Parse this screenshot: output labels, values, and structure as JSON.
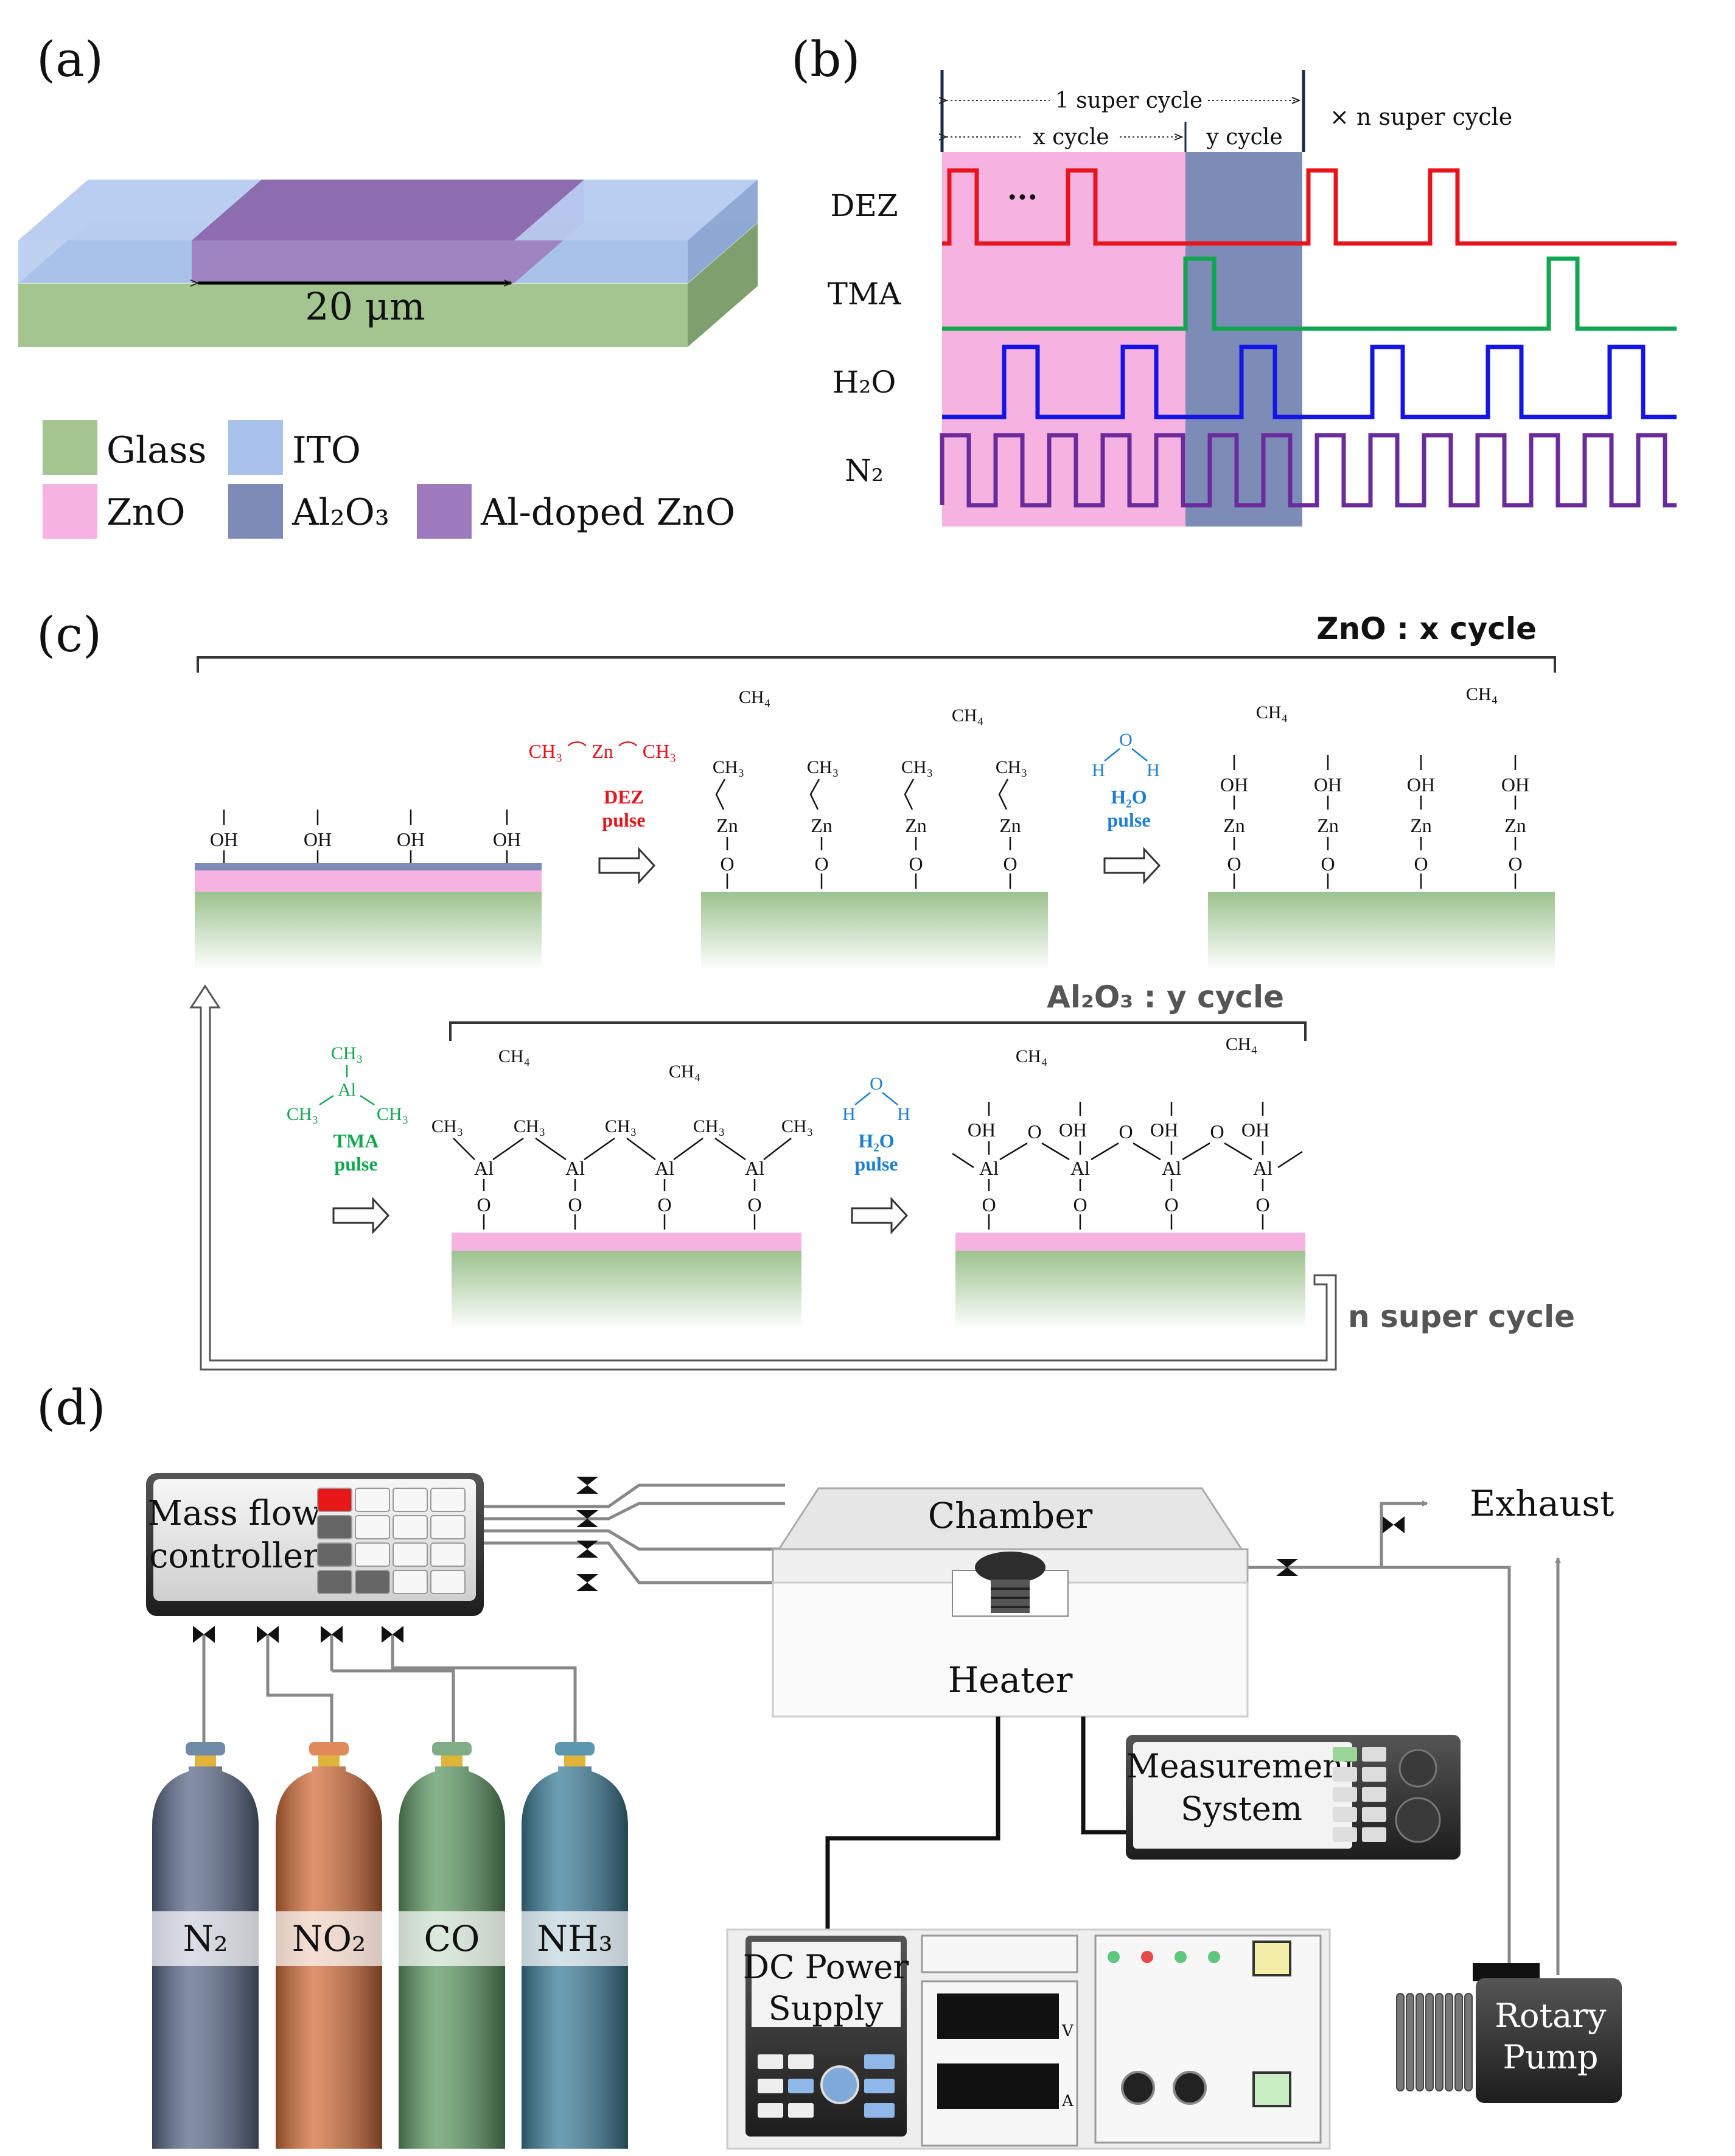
{
  "panels": {
    "a": "(a)",
    "b": "(b)",
    "c": "(c)",
    "d": "(d)"
  },
  "panel_a": {
    "dimension": "20 μm",
    "legend": [
      {
        "label": "Glass",
        "color": "#a4c590"
      },
      {
        "label": "ITO",
        "color": "#a9c2ec"
      },
      {
        "label": "ZnO",
        "color": "#f6b2e0"
      },
      {
        "label": "Al₂O₃",
        "color": "#7d8cb6"
      },
      {
        "label": "Al-doped ZnO",
        "color": "#9d79bd"
      }
    ]
  },
  "panel_b": {
    "super_cycle": "1 super cycle",
    "x_cycle": "x cycle",
    "y_cycle": "y cycle",
    "n_super": "× n super cycle",
    "ellipsis": "···",
    "signals": [
      {
        "label": "DEZ",
        "color": "#e8141c"
      },
      {
        "label": "TMA",
        "color": "#11a650"
      },
      {
        "label": "H₂O",
        "color": "#1414e6"
      },
      {
        "label": "N₂",
        "color": "#6a2b9c"
      }
    ]
  },
  "panel_c": {
    "zno_title": "ZnO : x cycle",
    "al_title": "Al₂O₃ : y cycle",
    "n_super": "n super cycle",
    "dez_formula": "CH₃ ⌒ Zn ⌒ CH₃",
    "dez_pulse": [
      "DEZ",
      "pulse"
    ],
    "h2o_pulse": [
      "H₂O",
      "pulse"
    ],
    "tma_pulse": [
      "TMA",
      "pulse"
    ],
    "oh": "OH",
    "zn": "Zn",
    "o": "O",
    "al": "Al",
    "ch3": "CH₃",
    "ch4": "CH₄",
    "h": "H",
    "colors": {
      "dez": "#e8141c",
      "h2o": "#1e7fd0",
      "tma": "#11a650"
    }
  },
  "panel_d": {
    "mfc": [
      "Mass flow",
      "controller"
    ],
    "chamber": "Chamber",
    "heater": "Heater",
    "exhaust": "Exhaust",
    "measurement": [
      "Measurement",
      "System"
    ],
    "dc_power": [
      "DC Power",
      "Supply"
    ],
    "meter_units": [
      "V",
      "A"
    ],
    "rotary_pump": [
      "Rotary",
      "Pump"
    ],
    "cylinders": [
      {
        "label": "N₂",
        "color": "#5c6a8a",
        "cap": "#6e8aa8"
      },
      {
        "label": "NO₂",
        "color": "#d36e3a",
        "cap": "#e08a5c"
      },
      {
        "label": "CO",
        "color": "#5f9a65",
        "cap": "#7fae86"
      },
      {
        "label": "NH₃",
        "color": "#3d7e98",
        "cap": "#5b97ae"
      }
    ]
  }
}
